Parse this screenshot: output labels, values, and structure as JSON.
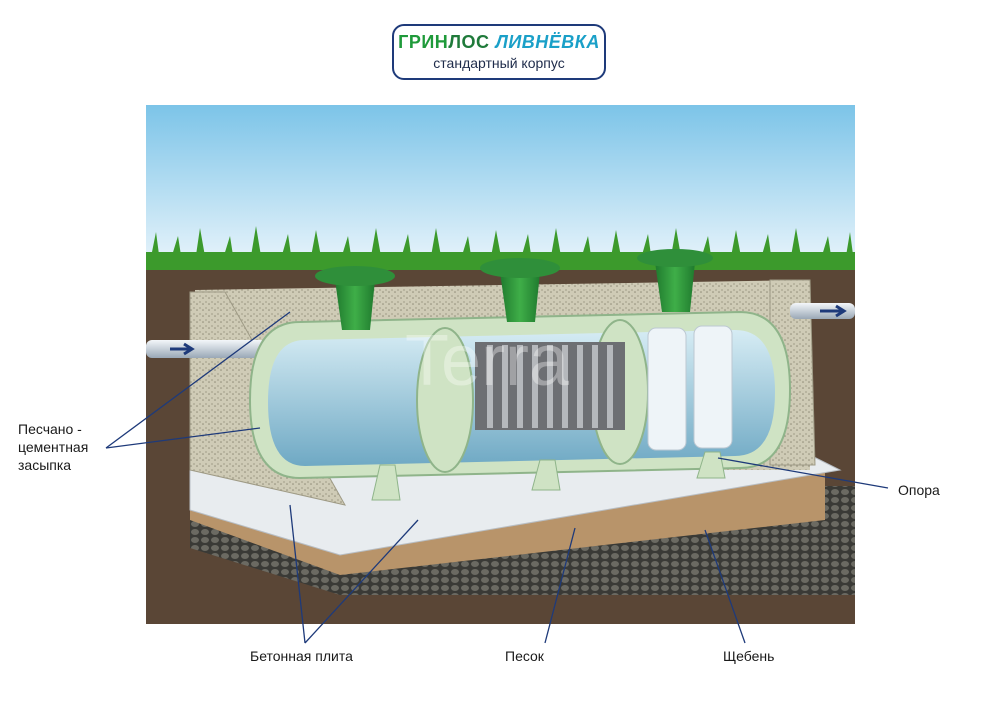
{
  "logo": {
    "part1": "ГРИН",
    "part2": "ЛОС",
    "part3": "ЛИВНЁВКА",
    "subtitle": "стандартный корпус"
  },
  "watermark": "Terra",
  "labels": {
    "backfill_line1": "Песчано -",
    "backfill_line2": "цементная",
    "backfill_line3": "засыпка",
    "support": "Опора",
    "slab": "Бетонная плита",
    "sand": "Песок",
    "gravel": "Щебень"
  },
  "colors": {
    "sky_top": "#7cc4e8",
    "grass": "#3c9a2c",
    "soil": "#5a4636",
    "tank": "#cfe3c4",
    "hatch": "#2f8f3a",
    "arrow": "#1e3a7a"
  }
}
